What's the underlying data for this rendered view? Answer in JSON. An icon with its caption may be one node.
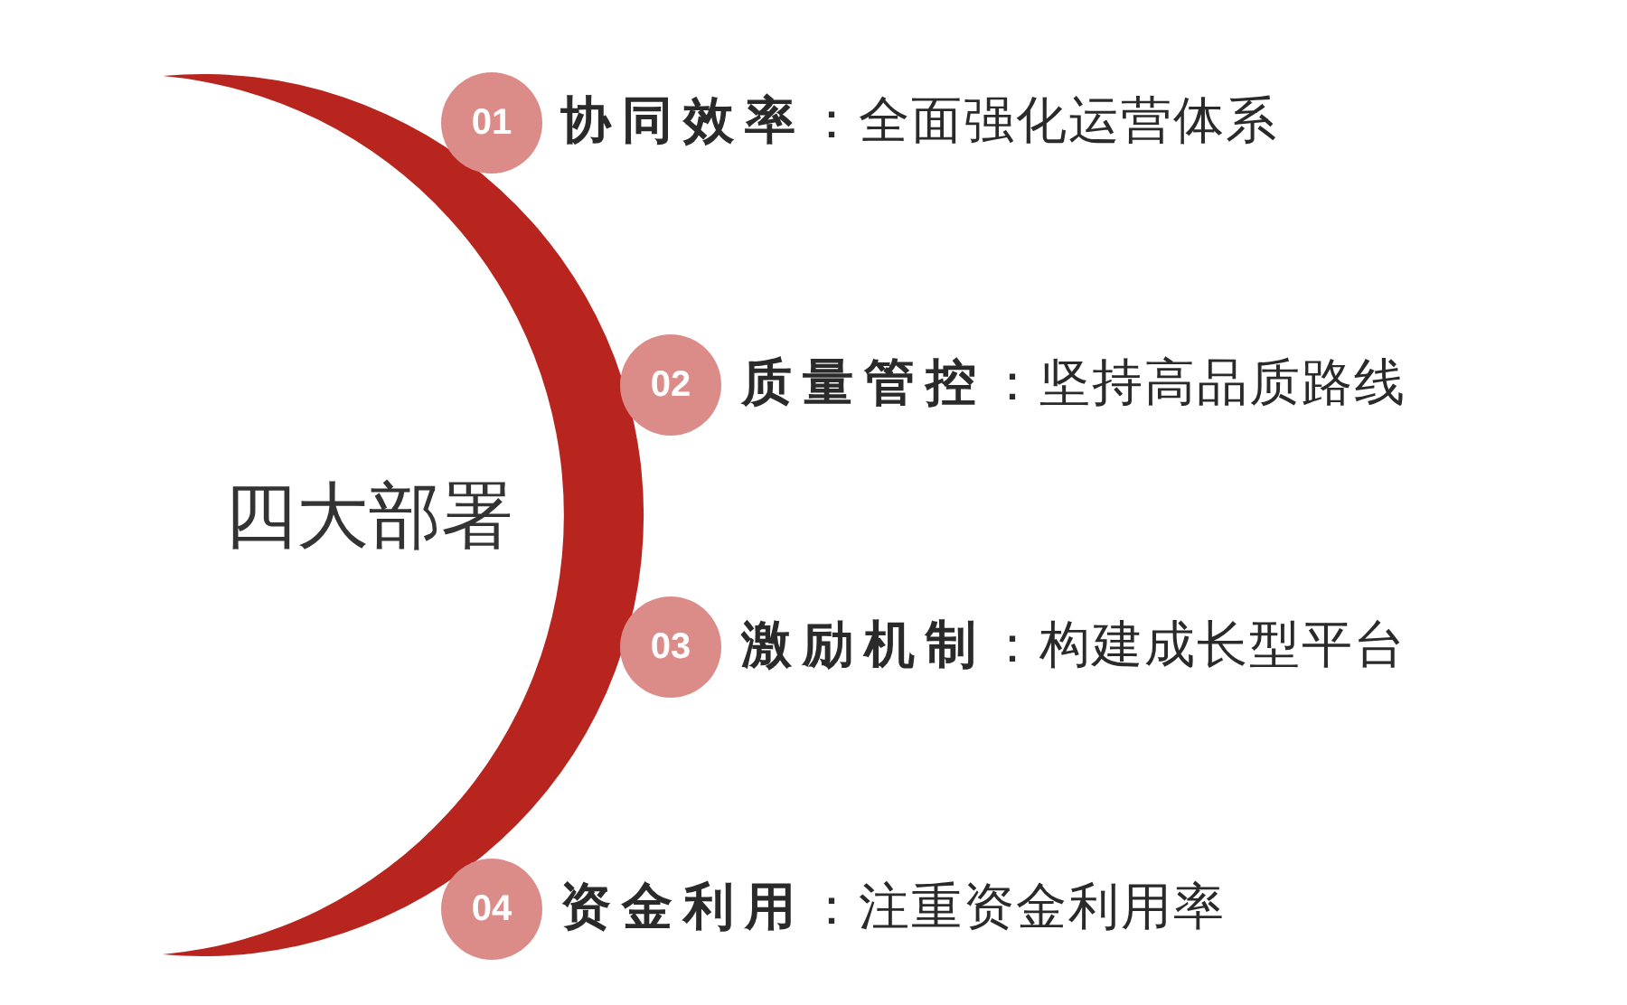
{
  "diagram": {
    "title": "四大部署",
    "nodes": [
      {
        "text": [
          "01"
        ],
        "beside": [
          "**协同效率**：全面强化运营体系"
        ]
      },
      {
        "text": [
          "02"
        ],
        "beside": [
          "**质量管控**：坚持高品质路线"
        ]
      },
      {
        "text": [
          "03"
        ],
        "beside": [
          "**激励机制**：构建成长型平台"
        ]
      },
      {
        "text": [
          "04"
        ],
        "beside": [
          "**资金利用**：注重资金利用率"
        ]
      }
    ]
  }
}
